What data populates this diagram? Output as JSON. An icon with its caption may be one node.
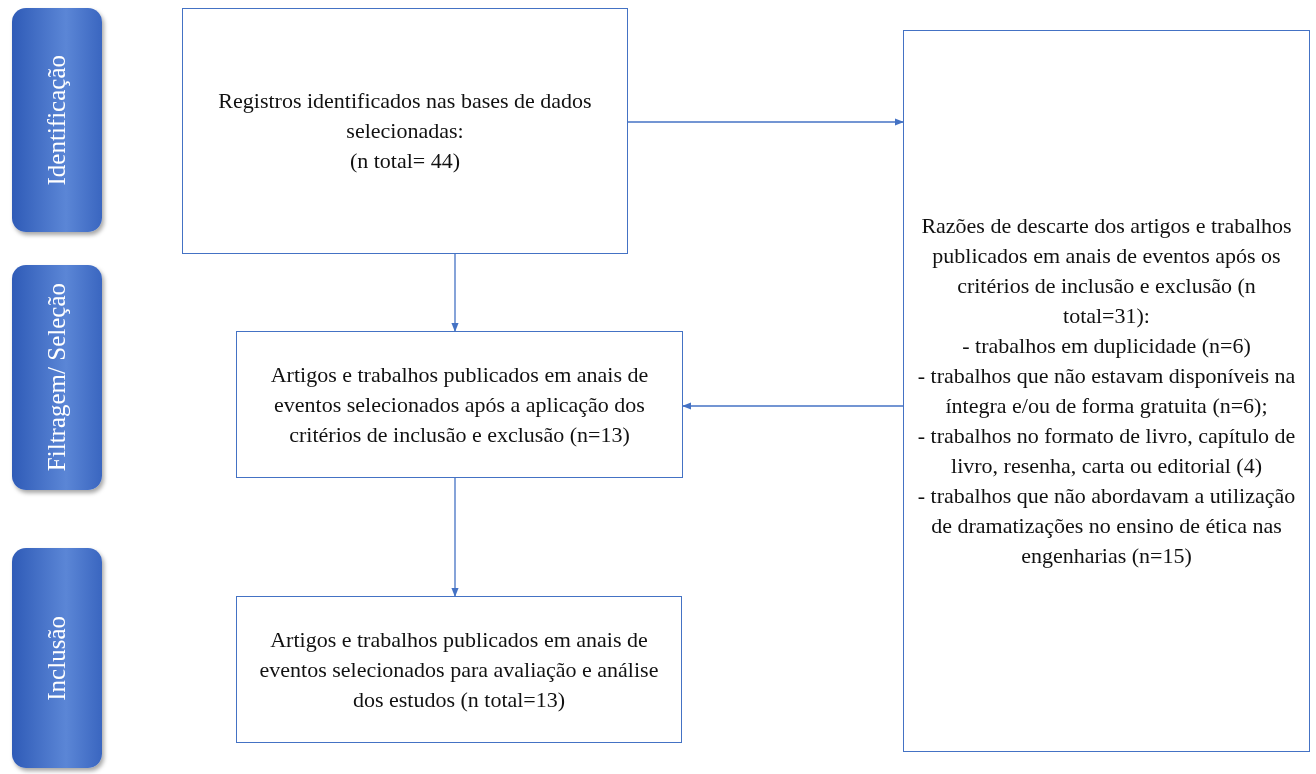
{
  "diagram": {
    "nodes": [
      {
        "text": [
          "Identificação"
        ]
      },
      {
        "text": [
          "Filtragem/ Seleção"
        ]
      },
      {
        "text": [
          "Inclusão"
        ]
      },
      {
        "text": [
          "Registros identificados nas bases de dados selecionadas:",
          "(n total= 44)"
        ]
      },
      {
        "text": [
          "Razões de descarte dos artigos e trabalhos publicados em anais de eventos após os critérios de inclusão e exclusão (n total=31):",
          "- trabalhos em duplicidade (n=6)",
          "- trabalhos que não estavam disponíveis na íntegra e/ou de forma gratuita (n=6);",
          "- trabalhos no formato de livro, capítulo de livro, resenha, carta ou editorial (4)",
          "- trabalhos que não abordavam a utilização de dramatizações no ensino de ética nas engenharias (n=15)"
        ]
      },
      {
        "text": [
          "Artigos e trabalhos publicados em anais de eventos selecionados após a aplicação dos critérios de inclusão e exclusão (n=13)"
        ]
      },
      {
        "text": [
          "Artigos e trabalhos publicados em anais de eventos selecionados para avaliação e análise dos estudos (n total=13)"
        ]
      }
    ],
    "edges": [
      {
        "from": 3,
        "to": 4,
        "arrow": "to"
      },
      {
        "from": 3,
        "to": 5,
        "arrow": "to"
      },
      {
        "from": 4,
        "to": 5,
        "arrow": "to"
      },
      {
        "from": 5,
        "to": 6,
        "arrow": "to"
      }
    ]
  }
}
